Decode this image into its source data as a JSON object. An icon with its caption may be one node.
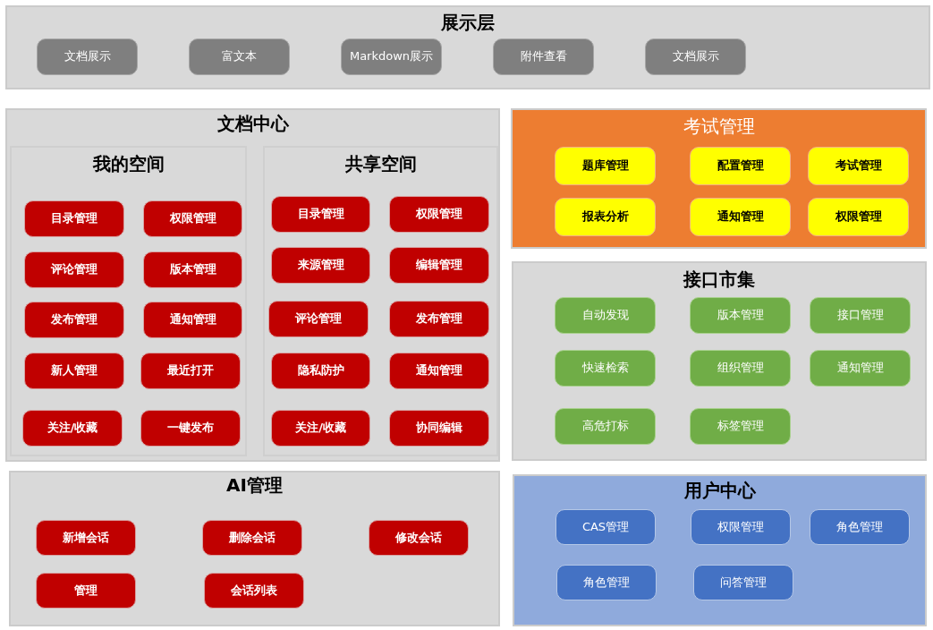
{
  "diagram": {
    "nodes": [
      {
        "text": [
          "展示层"
        ]
      },
      {
        "text": [
          "文档展示"
        ],
        "in": 0
      },
      {
        "text": [
          "富文本"
        ],
        "in": 0
      },
      {
        "text": [
          "Markdown展示"
        ],
        "in": 0
      },
      {
        "text": [
          "附件查看"
        ],
        "in": 0
      },
      {
        "text": [
          "文档展示"
        ],
        "in": 0
      },
      {
        "text": [
          "文档中心"
        ]
      },
      {
        "text": [
          "我的空间"
        ],
        "in": 6
      },
      {
        "text": [
          "目录管理"
        ],
        "in": 7
      },
      {
        "text": [
          "权限管理"
        ],
        "in": 7
      },
      {
        "text": [
          "评论管理"
        ],
        "in": 7
      },
      {
        "text": [
          "版本管理"
        ],
        "in": 7
      },
      {
        "text": [
          "发布管理"
        ],
        "in": 7
      },
      {
        "text": [
          "通知管理"
        ],
        "in": 7
      },
      {
        "text": [
          "新人管理"
        ],
        "in": 7
      },
      {
        "text": [
          "最近打开"
        ],
        "in": 7
      },
      {
        "text": [
          "关注/收藏"
        ],
        "in": 7
      },
      {
        "text": [
          "一键发布"
        ],
        "in": 7
      },
      {
        "text": [
          "共享空间"
        ],
        "in": 6
      },
      {
        "text": [
          "目录管理"
        ],
        "in": 18
      },
      {
        "text": [
          "权限管理"
        ],
        "in": 18
      },
      {
        "text": [
          "来源管理"
        ],
        "in": 18
      },
      {
        "text": [
          "编辑管理"
        ],
        "in": 18
      },
      {
        "text": [
          "评论管理"
        ],
        "in": 18
      },
      {
        "text": [
          "发布管理"
        ],
        "in": 18
      },
      {
        "text": [
          "隐私防护"
        ],
        "in": 18
      },
      {
        "text": [
          "通知管理"
        ],
        "in": 18
      },
      {
        "text": [
          "关注/收藏"
        ],
        "in": 18
      },
      {
        "text": [
          "协同编辑"
        ],
        "in": 18
      },
      {
        "text": [
          "考试管理"
        ]
      },
      {
        "text": [
          "题库管理"
        ],
        "in": 29
      },
      {
        "text": [
          "配置管理"
        ],
        "in": 29
      },
      {
        "text": [
          "考试管理"
        ],
        "in": 29
      },
      {
        "text": [
          "报表分析"
        ],
        "in": 29
      },
      {
        "text": [
          "通知管理"
        ],
        "in": 29
      },
      {
        "text": [
          "权限管理"
        ],
        "in": 29
      },
      {
        "text": [
          "接口市集"
        ]
      },
      {
        "text": [
          "自动发现"
        ],
        "in": 36
      },
      {
        "text": [
          "版本管理"
        ],
        "in": 36
      },
      {
        "text": [
          "接口管理"
        ],
        "in": 36
      },
      {
        "text": [
          "快速检索"
        ],
        "in": 36
      },
      {
        "text": [
          "组织管理"
        ],
        "in": 36
      },
      {
        "text": [
          "通知管理"
        ],
        "in": 36
      },
      {
        "text": [
          "高危打标"
        ],
        "in": 36
      },
      {
        "text": [
          "标签管理"
        ],
        "in": 36
      },
      {
        "text": [
          "AI管理"
        ]
      },
      {
        "text": [
          "新增会话"
        ],
        "in": 45
      },
      {
        "text": [
          "删除会话"
        ],
        "in": 45
      },
      {
        "text": [
          "修改会话"
        ],
        "in": 45
      },
      {
        "text": [
          "管理"
        ],
        "in": 45
      },
      {
        "text": [
          "会话列表"
        ],
        "in": 45
      },
      {
        "text": [
          "用户中心"
        ]
      },
      {
        "text": [
          "CAS管理"
        ],
        "in": 51
      },
      {
        "text": [
          "权限管理"
        ],
        "in": 51
      },
      {
        "text": [
          "角色管理"
        ],
        "in": 51
      },
      {
        "text": [
          "角色管理"
        ],
        "in": 51
      },
      {
        "text": [
          "问答管理"
        ],
        "in": 51
      }
    ]
  }
}
